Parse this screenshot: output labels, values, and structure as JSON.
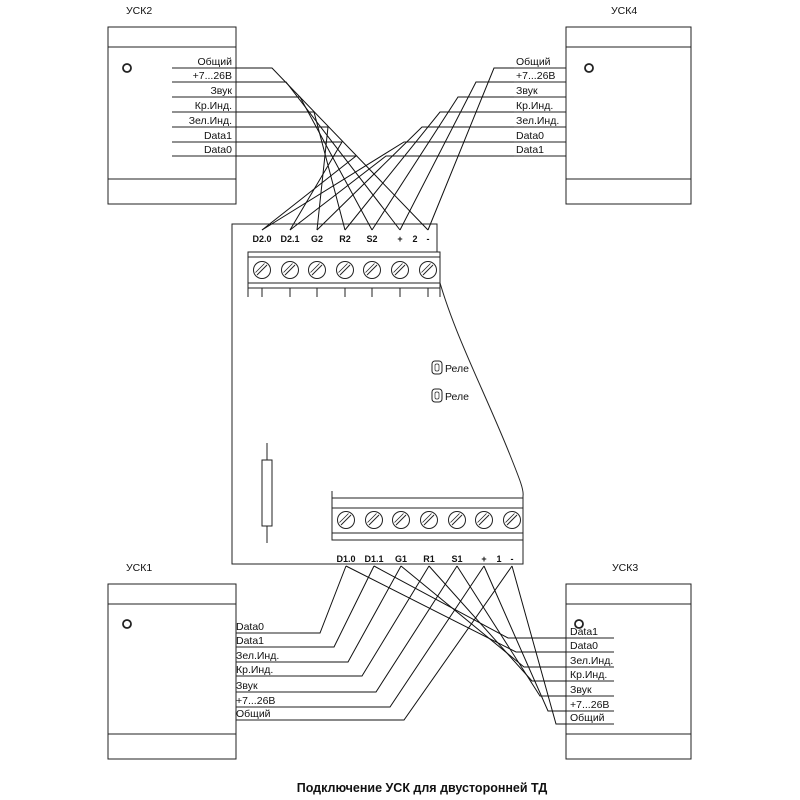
{
  "caption": "Подключение УСК для двусторонней ТД",
  "readers": {
    "usk2": {
      "title": "УСК2",
      "pins": [
        "Общий",
        "+7...26В",
        "Звук",
        "Кр.Инд.",
        "Зел.Инд.",
        "Data1",
        "Data0"
      ]
    },
    "usk4": {
      "title": "УСК4",
      "pins": [
        "Общий",
        "+7...26В",
        "Звук",
        "Кр.Инд.",
        "Зел.Инд.",
        "Data0",
        "Data1"
      ]
    },
    "usk1": {
      "title": "УСК1",
      "pins": [
        "Data0",
        "Data1",
        "Зел.Инд.",
        "Кр.Инд.",
        "Звук",
        "+7...26В",
        "Общий"
      ]
    },
    "usk3": {
      "title": "УСК3",
      "pins": [
        "Data1",
        "Data0",
        "Зел.Инд.",
        "Кр.Инд.",
        "Звук",
        "+7...26В",
        "Общий"
      ]
    }
  },
  "board": {
    "top_terminals": [
      "D2.0",
      "D2.1",
      "G2",
      "R2",
      "S2",
      "+",
      "2",
      "-"
    ],
    "bottom_terminals": [
      "D1.0",
      "D1.1",
      "G1",
      "R1",
      "S1",
      "+",
      "1",
      "-"
    ],
    "relay1": "Реле",
    "relay2": "Реле"
  }
}
